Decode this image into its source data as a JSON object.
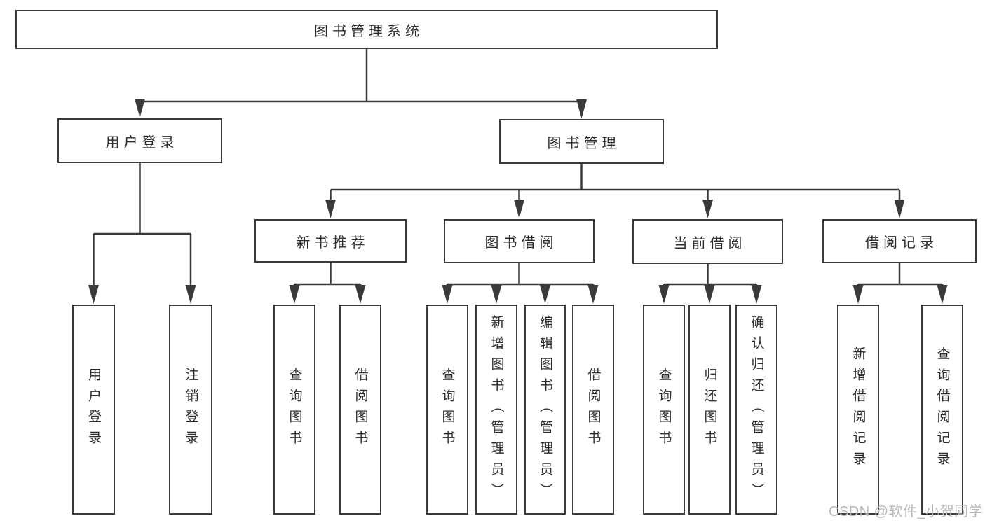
{
  "diagram": {
    "root": {
      "label": "图书管理系统"
    },
    "user_login": {
      "label": "用户登录",
      "children": [
        {
          "label": "用户登录"
        },
        {
          "label": "注销登录"
        }
      ]
    },
    "book_management": {
      "label": "图书管理",
      "sections": [
        {
          "label": "新书推荐",
          "children": [
            {
              "label": "查询图书"
            },
            {
              "label": "借阅图书"
            }
          ]
        },
        {
          "label": "图书借阅",
          "children": [
            {
              "label": "查询图书"
            },
            {
              "label": "新增图书（管理员）"
            },
            {
              "label": "编辑图书（管理员）"
            },
            {
              "label": "借阅图书"
            }
          ]
        },
        {
          "label": "当前借阅",
          "children": [
            {
              "label": "查询图书"
            },
            {
              "label": "归还图书"
            },
            {
              "label": "确认归还（管理员）"
            }
          ]
        },
        {
          "label": "借阅记录",
          "children": [
            {
              "label": "新增借阅记录"
            },
            {
              "label": "查询借阅记录"
            }
          ]
        }
      ]
    }
  },
  "watermark": {
    "text": "CSDN @软件_小贺同学"
  },
  "colors": {
    "line": "#3a3a3a",
    "text": "#2d2d2d",
    "watermark": "#b9b9b9",
    "background": "#ffffff"
  }
}
